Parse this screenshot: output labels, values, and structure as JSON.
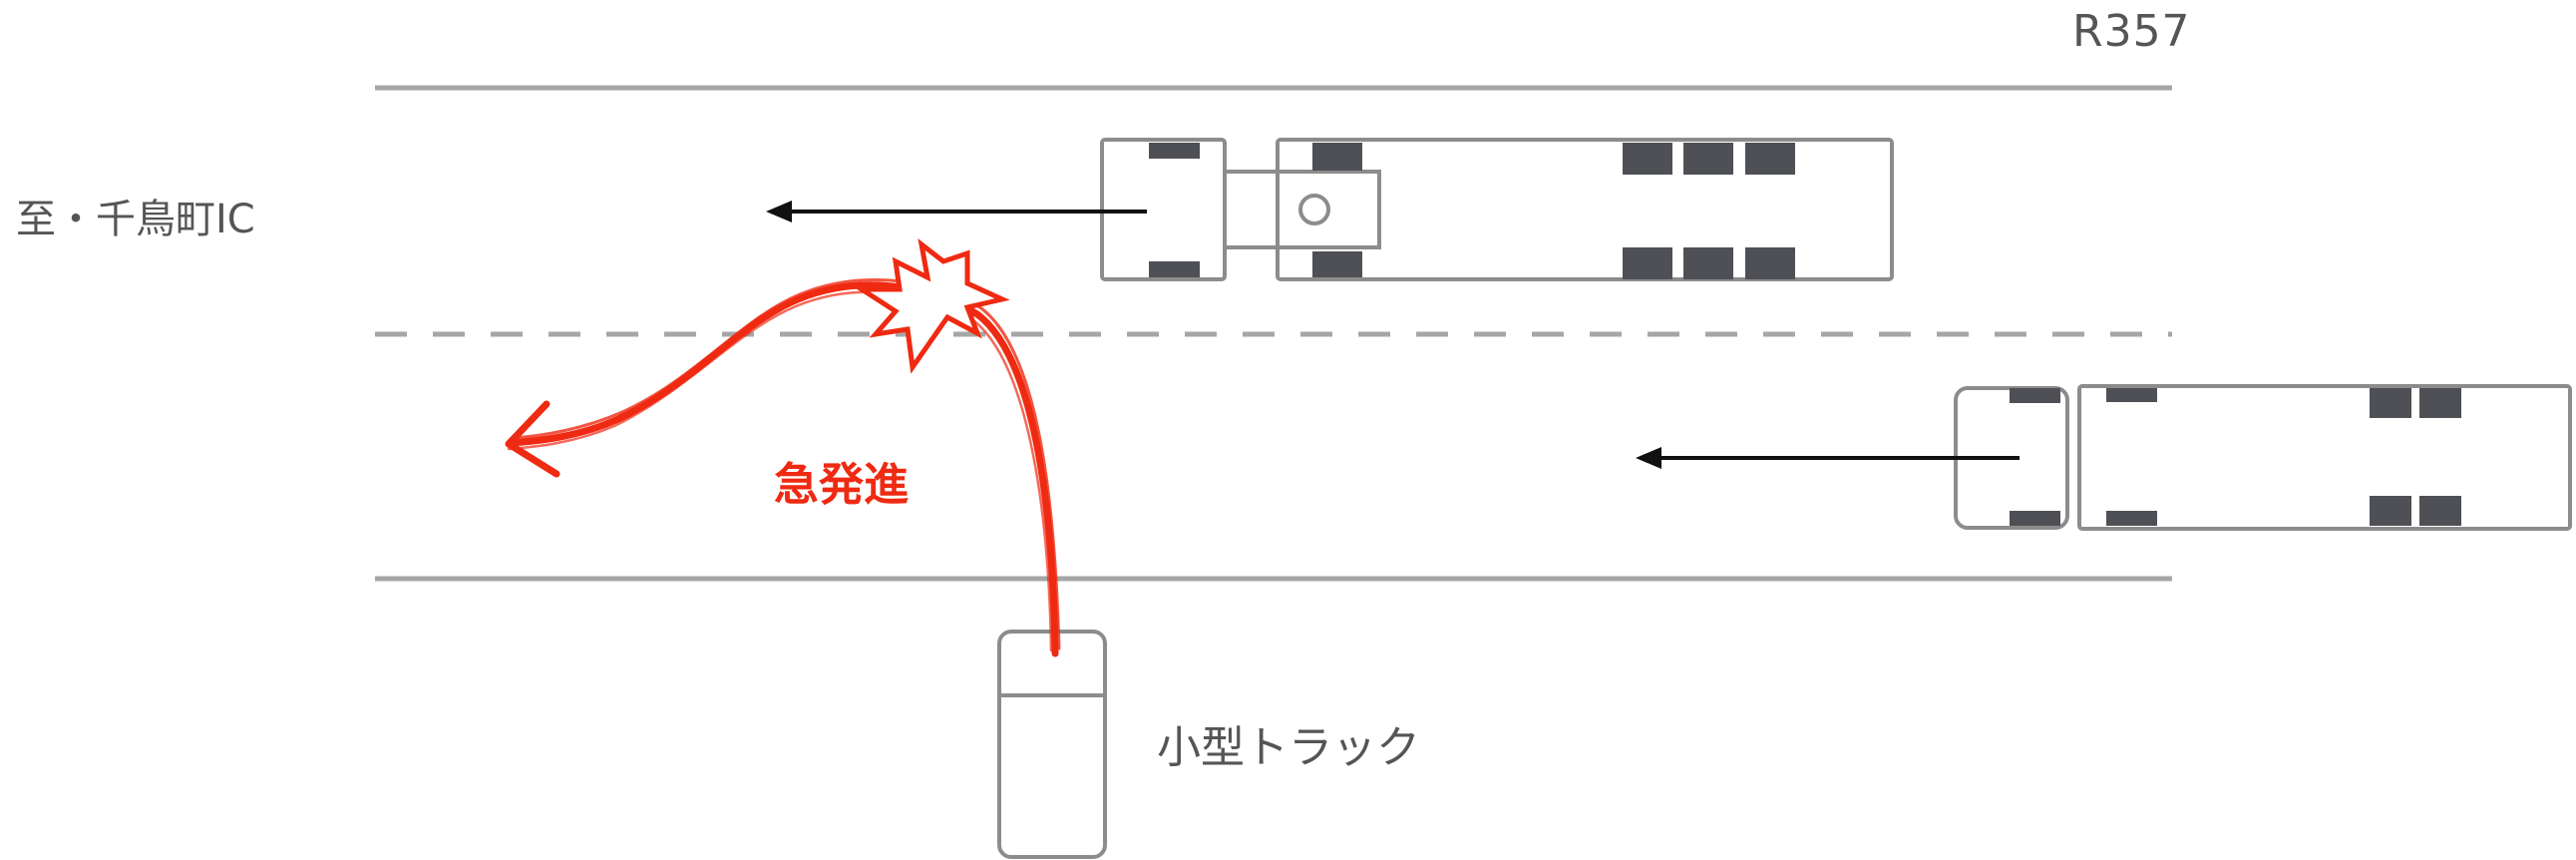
{
  "labels": {
    "road_name": "R357",
    "destination": "至・千鳥町IC",
    "small_truck": "小型トラック",
    "sudden_start": "急発進"
  },
  "icons": {
    "collision": "collision-starburst-icon",
    "direction": "arrow-left-icon",
    "path": "swerve-path-arrow-icon"
  },
  "colors": {
    "road_line": "#a6a6a6",
    "vehicle_outline": "#8c8c8c",
    "wheel": "#4f5055",
    "arrow": "#111111",
    "accent": "#ef2a12",
    "label_text": "#555555"
  }
}
